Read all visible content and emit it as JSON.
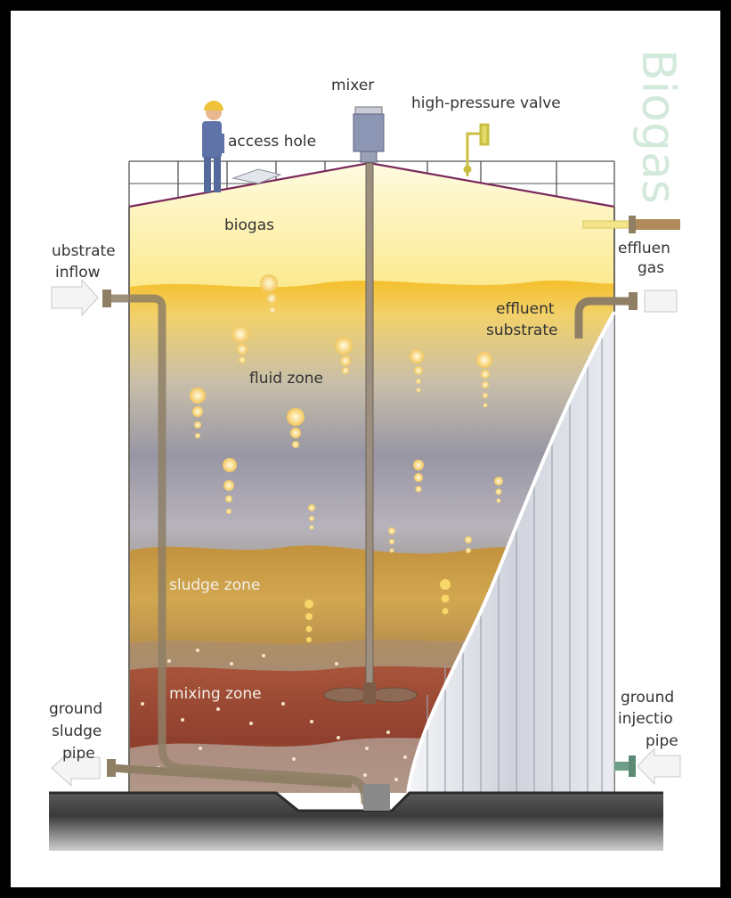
{
  "labels": {
    "mixer": "mixer",
    "high_pressure_valve": "high-pressure valve",
    "access_hole": "access hole",
    "biogas_watermark": "Biogas",
    "biogas": "biogas",
    "substrate_inflow_1": "ubstrate",
    "substrate_inflow_2": "inflow",
    "effluent_gas_1": "effluen",
    "effluent_gas_2": "gas",
    "effluent_substrate_1": "effluent",
    "effluent_substrate_2": "substrate",
    "fluid_zone": "fluid zone",
    "sludge_zone": "sludge zone",
    "mixing_zone": "mixing zone",
    "ground_sludge_pipe_1": "ground",
    "ground_sludge_pipe_2": "sludge",
    "ground_sludge_pipe_3": "pipe",
    "ground_injection_pipe_1": "ground",
    "ground_injection_pipe_2": "injectio",
    "ground_injection_pipe_3": "pipe"
  },
  "colors": {
    "frame": "#000000",
    "gas_dome": "#fff6c2",
    "fluid_top": "#f6c234",
    "fluid_mid": "#9a97a4",
    "sludge": "#b98b3a",
    "mixing": "#9d4a35",
    "wall_panel": "#dfe3ea",
    "pipe": "#8e7f65",
    "ground": "#4c4c4c"
  }
}
